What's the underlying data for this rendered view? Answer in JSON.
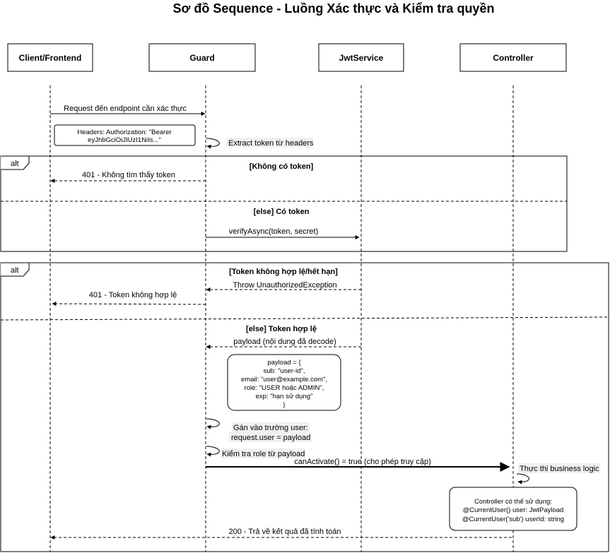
{
  "title": "Sơ đồ Sequence - Luồng Xác thực và Kiểm tra quyền",
  "participants": [
    "Client/Frontend",
    "Guard",
    "JwtService",
    "Controller"
  ],
  "messages": {
    "m1": "Request đến endpoint cần xác thực",
    "m2": "Extract token từ headers",
    "m3": "401 - Không tìm thấy token",
    "m4": "verifyAsync(token, secret)",
    "m5": "Throw UnauthorizedException",
    "m6": "401 - Token không hợp lệ",
    "m7": "payload (nội dung đã decode)",
    "m8a": "Gán vào trường user:",
    "m8b": "request.user = payload",
    "m9": "Kiểm tra role từ payload",
    "m10": "canActivate() = true (cho phép truy cập)",
    "m11": "Thực thi business logic",
    "m12": "200 - Trả về kết quả đã tính toán"
  },
  "notes": {
    "headers": [
      "Headers: Authorization: \"Bearer",
      "eyJhbGciOiJIUzI1NiIs...\""
    ],
    "payload": [
      "payload = {",
      "sub: \"user-id\",",
      "email: \"user@example.com\",",
      "role: \"USER hoặc ADMIN\",",
      "exp: \"hạn sử dụng\"",
      "}"
    ],
    "controller": [
      "Controller có thể sử dụng:",
      "@CurrentUser() user: JwtPayload",
      "@CurrentUser('sub') userId: string"
    ]
  },
  "frames": {
    "alt1": {
      "label": "alt",
      "guard1": "[Không có token]",
      "guard2": "[else] Có token"
    },
    "alt2": {
      "label": "alt",
      "guard1": "[Token không hợp lệ/hết hạn]",
      "guard2": "[else] Token hợp lệ"
    }
  }
}
